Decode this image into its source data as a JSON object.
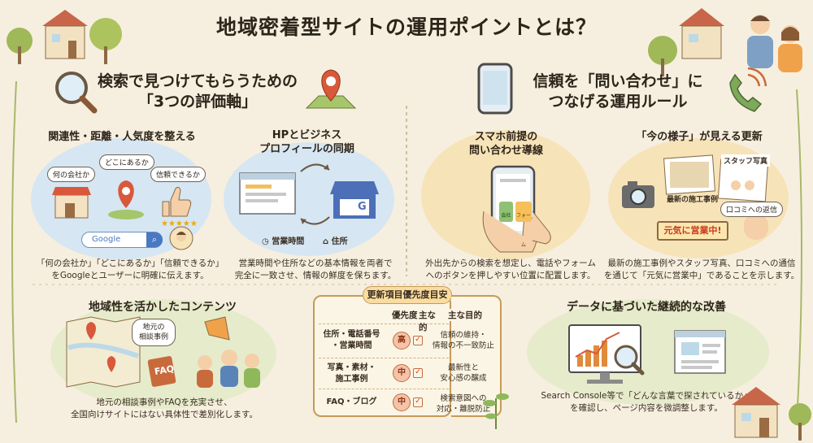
{
  "title": "地域密着型サイトの運用ポイントとは？",
  "left_section": {
    "heading_line1": "検索で見つけてもらうための",
    "heading_line2": "「3つの評価軸」",
    "relevance": {
      "title": "関連性・距離・人気度を整える",
      "bubbles": [
        "何の会社か",
        "どこにあるか",
        "信頼できるか"
      ],
      "search_label": "Google",
      "caption_line1": "「何の会社か」「どこにあるか」「信頼できるか」",
      "caption_line2": "をGoogleとユーザーに明確に伝えます。"
    },
    "sync": {
      "title_line1": "HPとビジネス",
      "title_line2": "プロフィールの同期",
      "label_hours": "営業時間",
      "label_address": "住所",
      "g_letter": "G",
      "caption_line1": "営業時間や住所などの基本情報を両者で",
      "caption_line2": "完全に一致させ、情報の鮮度を保ちます。"
    }
  },
  "right_section": {
    "heading_line1": "信頼を「問い合わせ」に",
    "heading_line2": "つなげる運用ルール",
    "mobile": {
      "title_line1": "スマホ前提の",
      "title_line2": "問い合わせ導線",
      "btn_call": "会社",
      "btn_form": "フォーム",
      "caption_line1": "外出先からの検索を想定し、電話やフォーム",
      "caption_line2": "へのボタンを押しやすい位置に配置します。"
    },
    "updates": {
      "title": "「今の様子」が見える更新",
      "staff_photo": "スタッフ写真",
      "recent_cases": "最新の施工事例",
      "review_reply": "口コミへの返信",
      "sign": "元気に営業中!",
      "caption_line1": "最新の施工事例やスタッフ写真、口コミへの通信",
      "caption_line2": "を通じて「元気に営業中」であることを示します。"
    }
  },
  "bottom_left": {
    "title": "地域性を活かしたコンテンツ",
    "bubble_line1": "地元の",
    "bubble_line2": "相談事例",
    "faq": "FAQ",
    "caption_line1": "地元の相談事例やFAQを充実させ、",
    "caption_line2": "全国向けサイトにはない具体性で差別化します。"
  },
  "table": {
    "title": "更新項目優先度目安",
    "col_priority": "優先度",
    "col_purpose": "主な目的",
    "rows": [
      {
        "item_line1": "住所・電話番号",
        "item_line2": "・営業時間",
        "priority": "高",
        "purpose_line1": "信頼の維持・",
        "purpose_line2": "情報の不一致防止"
      },
      {
        "item_line1": "写真・素材・",
        "item_line2": "施工事例",
        "priority": "中",
        "purpose_line1": "最新性と",
        "purpose_line2": "安心感の醸成"
      },
      {
        "item_line1": "FAQ・ブログ",
        "item_line2": "",
        "priority": "中",
        "purpose_line1": "検索意図への",
        "purpose_line2": "対応・離脱防止"
      }
    ]
  },
  "bottom_right": {
    "title": "データに基づいた継続的な改善",
    "caption_line1": "Search Console等で「どんな言葉で探されているか」",
    "caption_line2": "を確認し、ページ内容を微調整します。"
  },
  "colors": {
    "blue_blob": "#d6e6f2",
    "yellow_blob": "#f7e3b8",
    "green_blob": "#e6ebcb",
    "accent": "#c96a3c"
  }
}
